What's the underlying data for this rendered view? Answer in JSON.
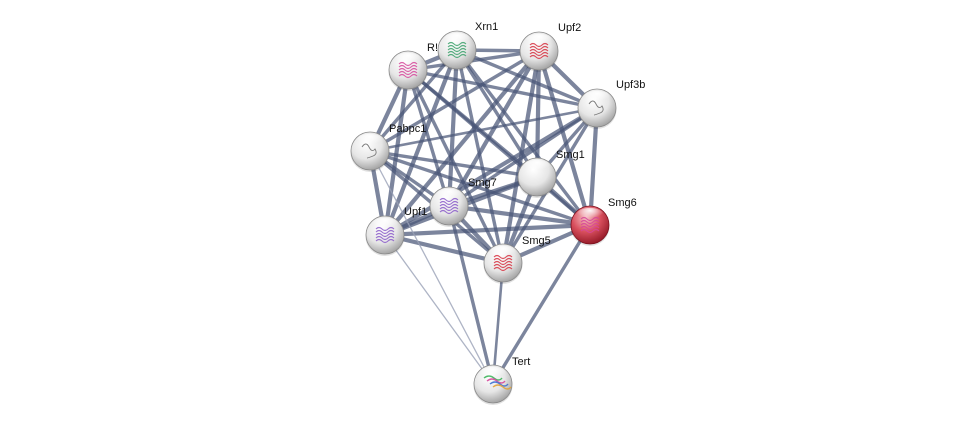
{
  "network": {
    "nodes": [
      {
        "id": "rs",
        "label": "R!",
        "variant": "white",
        "art": "pink-protein"
      },
      {
        "id": "xrn1",
        "label": "Xrn1",
        "variant": "white",
        "art": "green-protein"
      },
      {
        "id": "upf2",
        "label": "Upf2",
        "variant": "white",
        "art": "red-protein"
      },
      {
        "id": "upf3b",
        "label": "Upf3b",
        "variant": "white",
        "art": "gray-strand"
      },
      {
        "id": "pabpc1",
        "label": "Pabpc1",
        "variant": "white",
        "art": "gray-strand"
      },
      {
        "id": "smg1",
        "label": "Smg1",
        "variant": "white",
        "art": "none"
      },
      {
        "id": "smg7",
        "label": "Smg7",
        "variant": "white",
        "art": "purple-protein"
      },
      {
        "id": "upf1",
        "label": "Upf1",
        "variant": "white",
        "art": "purple-protein"
      },
      {
        "id": "smg6",
        "label": "Smg6",
        "variant": "red",
        "art": "pink-protein"
      },
      {
        "id": "smg5",
        "label": "Smg5",
        "variant": "white",
        "art": "red-protein"
      },
      {
        "id": "tert",
        "label": "Tert",
        "variant": "white",
        "art": "multi-protein"
      }
    ],
    "edges": [
      {
        "from": "rs",
        "to": "xrn1",
        "weight": 4
      },
      {
        "from": "rs",
        "to": "upf2",
        "weight": 3
      },
      {
        "from": "rs",
        "to": "upf3b",
        "weight": 3
      },
      {
        "from": "rs",
        "to": "pabpc1",
        "weight": 4
      },
      {
        "from": "rs",
        "to": "smg1",
        "weight": 3
      },
      {
        "from": "rs",
        "to": "smg7",
        "weight": 3
      },
      {
        "from": "rs",
        "to": "upf1",
        "weight": 4
      },
      {
        "from": "rs",
        "to": "smg6",
        "weight": 3
      },
      {
        "from": "rs",
        "to": "smg5",
        "weight": 3
      },
      {
        "from": "xrn1",
        "to": "upf2",
        "weight": 3
      },
      {
        "from": "xrn1",
        "to": "upf3b",
        "weight": 3
      },
      {
        "from": "xrn1",
        "to": "pabpc1",
        "weight": 3
      },
      {
        "from": "xrn1",
        "to": "smg1",
        "weight": 3
      },
      {
        "from": "xrn1",
        "to": "smg7",
        "weight": 4
      },
      {
        "from": "xrn1",
        "to": "upf1",
        "weight": 4
      },
      {
        "from": "xrn1",
        "to": "smg6",
        "weight": 3
      },
      {
        "from": "xrn1",
        "to": "smg5",
        "weight": 3
      },
      {
        "from": "upf2",
        "to": "upf3b",
        "weight": 4
      },
      {
        "from": "upf2",
        "to": "pabpc1",
        "weight": 3
      },
      {
        "from": "upf2",
        "to": "smg1",
        "weight": 4
      },
      {
        "from": "upf2",
        "to": "smg7",
        "weight": 4
      },
      {
        "from": "upf2",
        "to": "upf1",
        "weight": 4
      },
      {
        "from": "upf2",
        "to": "smg6",
        "weight": 4
      },
      {
        "from": "upf2",
        "to": "smg5",
        "weight": 4
      },
      {
        "from": "upf3b",
        "to": "pabpc1",
        "weight": 2
      },
      {
        "from": "upf3b",
        "to": "smg1",
        "weight": 3
      },
      {
        "from": "upf3b",
        "to": "smg7",
        "weight": 3
      },
      {
        "from": "upf3b",
        "to": "upf1",
        "weight": 4
      },
      {
        "from": "upf3b",
        "to": "smg6",
        "weight": 4
      },
      {
        "from": "upf3b",
        "to": "smg5",
        "weight": 3
      },
      {
        "from": "pabpc1",
        "to": "smg1",
        "weight": 3
      },
      {
        "from": "pabpc1",
        "to": "smg7",
        "weight": 3
      },
      {
        "from": "pabpc1",
        "to": "upf1",
        "weight": 4
      },
      {
        "from": "pabpc1",
        "to": "smg6",
        "weight": 3
      },
      {
        "from": "pabpc1",
        "to": "smg5",
        "weight": 3
      },
      {
        "from": "smg1",
        "to": "smg7",
        "weight": 4
      },
      {
        "from": "smg1",
        "to": "upf1",
        "weight": 4
      },
      {
        "from": "smg1",
        "to": "smg6",
        "weight": 4
      },
      {
        "from": "smg1",
        "to": "smg5",
        "weight": 4
      },
      {
        "from": "smg7",
        "to": "upf1",
        "weight": 4
      },
      {
        "from": "smg7",
        "to": "smg6",
        "weight": 4
      },
      {
        "from": "smg7",
        "to": "smg5",
        "weight": 4
      },
      {
        "from": "smg7",
        "to": "tert",
        "weight": 3
      },
      {
        "from": "upf1",
        "to": "smg6",
        "weight": 4
      },
      {
        "from": "upf1",
        "to": "smg5",
        "weight": 4
      },
      {
        "from": "upf1",
        "to": "tert",
        "weight": 1
      },
      {
        "from": "smg6",
        "to": "smg5",
        "weight": 4
      },
      {
        "from": "smg6",
        "to": "tert",
        "weight": 3
      },
      {
        "from": "smg5",
        "to": "tert",
        "weight": 2
      },
      {
        "from": "pabpc1",
        "to": "tert",
        "weight": 1
      }
    ]
  },
  "colors": {
    "edge": "#4a5677",
    "edge_light": "#9aa1b6",
    "node_white": "#ffffff",
    "node_gray": "#b8b8b8",
    "node_red_light": "#f2aab2",
    "node_red_dark": "#b01c2c"
  }
}
